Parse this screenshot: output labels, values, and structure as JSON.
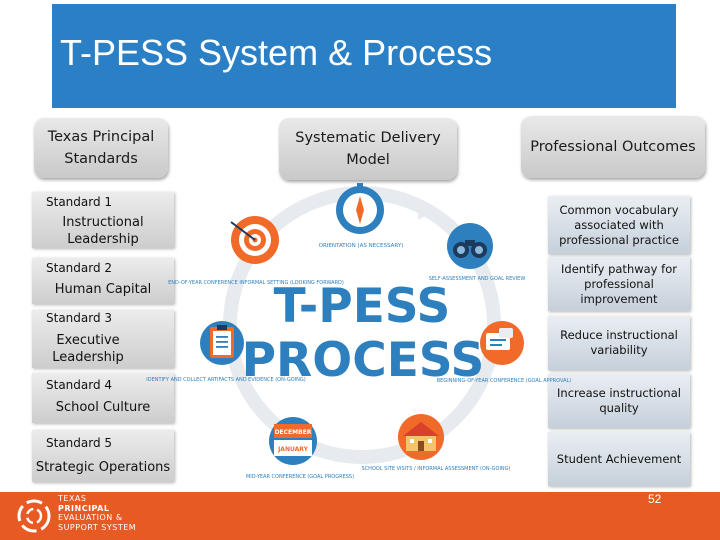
{
  "slide_title": "T-PESS System & Process",
  "columns": {
    "left_header": "Texas Principal Standards",
    "middle_header": "Systematic Delivery Model",
    "right_header": "Professional Outcomes"
  },
  "standards": [
    {
      "number": "Standard 1",
      "name": "Instructional Leadership"
    },
    {
      "number": "Standard 2",
      "name": "Human Capital"
    },
    {
      "number": "Standard 3",
      "name": "Executive Leadership"
    },
    {
      "number": "Standard 4",
      "name": "School Culture"
    },
    {
      "number": "Standard 5",
      "name": "Strategic Operations"
    }
  ],
  "outcomes": [
    "Common vocabulary associated with professional practice",
    "Identify pathway for professional improvement",
    "Reduce instructional variability",
    "Increase instructional quality",
    "Student Achievement"
  ],
  "process": {
    "center_line1": "T-PESS",
    "center_line2": "PROCESS",
    "steps": [
      "ORIENTATION (AS NECESSARY)",
      "SELF-ASSESSMENT AND GOAL REVIEW",
      "BEGINNING-OF-YEAR CONFERENCE (GOAL APPROVAL)",
      "SCHOOL SITE VISITS / INFORMAL ASSESSMENT (ON-GOING)",
      "MID-YEAR CONFERENCE (GOAL PROGRESS)",
      "IDENTIFY AND COLLECT ARTIFACTS AND EVIDENCE (ON-GOING)",
      "END-OF-YEAR CONFERENCE INFORMAL SETTING (LOOKING FORWARD)"
    ],
    "calendar_top": "DECEMBER",
    "calendar_bottom": "JANUARY"
  },
  "footer": {
    "logo_lines": [
      "TEXAS",
      "PRINCIPAL",
      "EVALUATION &",
      "SUPPORT SYSTEM"
    ],
    "page_number": "52"
  },
  "colors": {
    "title_bar": "#2b80c5",
    "footer": "#e85a24",
    "process_blue": "#2e7fbe",
    "process_orange": "#f26a2a"
  }
}
